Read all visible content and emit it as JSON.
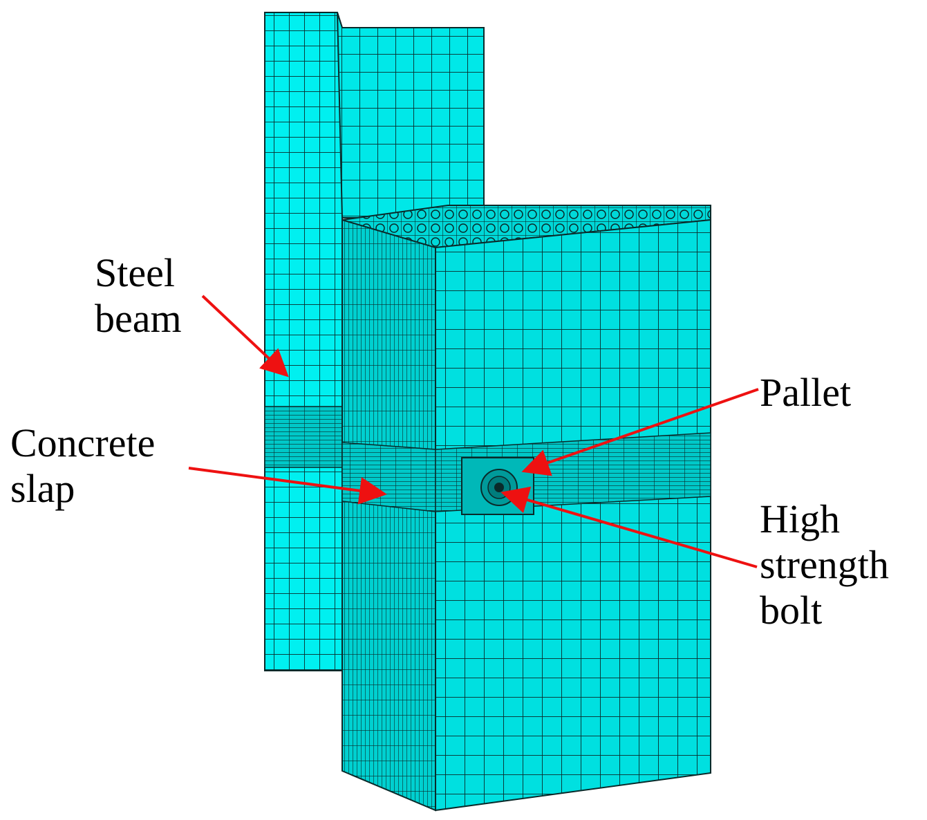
{
  "colors": {
    "mesh_fill": "#00f0f0",
    "mesh_fill_dark": "#00c8c8",
    "mesh_line": "#0a2a2a",
    "arrow": "#ee1111",
    "text": "#000000"
  },
  "labels": {
    "steel_beam": {
      "line1": "Steel",
      "line2": "beam"
    },
    "concrete_slap": {
      "line1": "Concrete",
      "line2": "slap"
    },
    "pallet": {
      "line1": "Pallet"
    },
    "high_strength_bolt": {
      "line1": "High",
      "line2": "strength",
      "line3": "bolt"
    }
  }
}
